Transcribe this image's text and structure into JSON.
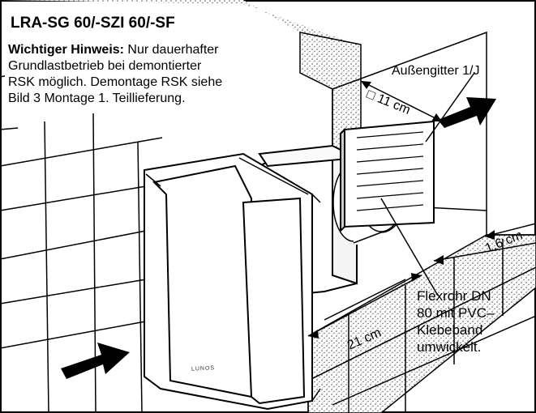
{
  "title": "LRA-SG 60/-SZI 60/-SF",
  "note": {
    "strong": "Wichtiger Hinweis:",
    "line1_rest": " Nur dauerhafter",
    "line2": "Grundlastbetrieb bei demontierter",
    "line3": "RSK möglich. Demontage RSK siehe",
    "line4": "Bild 3 Montage 1. Teillieferung."
  },
  "labels": {
    "grille": "Außengitter 1/J",
    "size_11": "□ 11 cm",
    "size_16": "1,6 cm",
    "size_21": "21 cm",
    "flex_1": "Flexrohr DN",
    "flex_2": "80 mit PVC–",
    "flex_3": "Klebeband",
    "flex_4": "umwickelt.",
    "logo": "LUNOS"
  },
  "colors": {
    "line": "#000000",
    "background": "#ffffff",
    "stipple": "#666666"
  }
}
